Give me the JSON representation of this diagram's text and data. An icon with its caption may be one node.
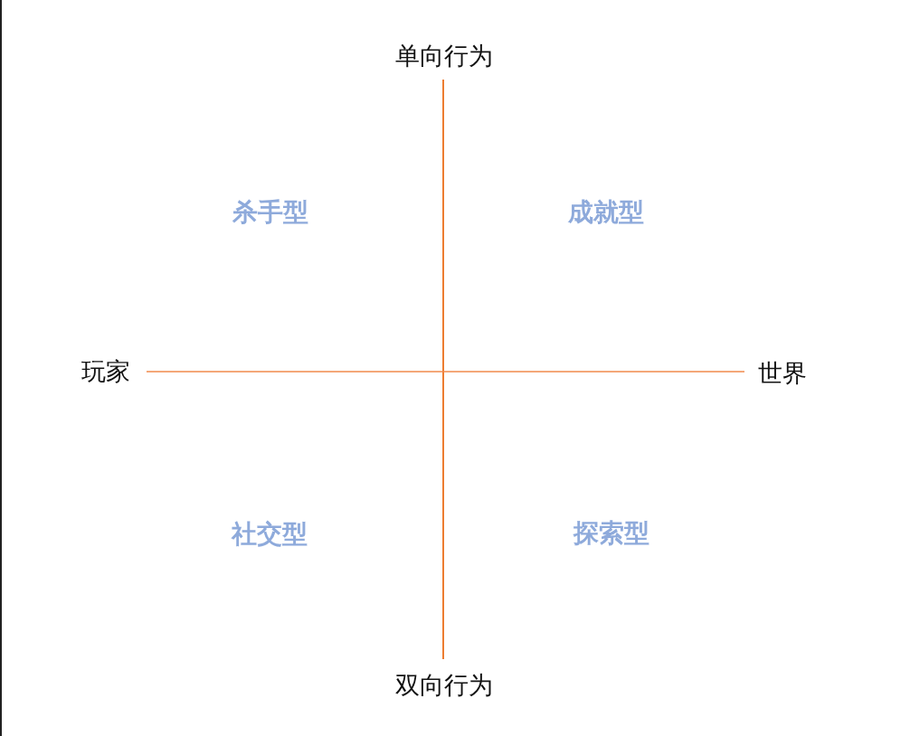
{
  "diagram": {
    "labels": [
      "单向行为",
      "杀手型",
      "成就型",
      "玩家",
      "世界",
      "社交型",
      "探索型",
      "双向行为"
    ]
  }
}
